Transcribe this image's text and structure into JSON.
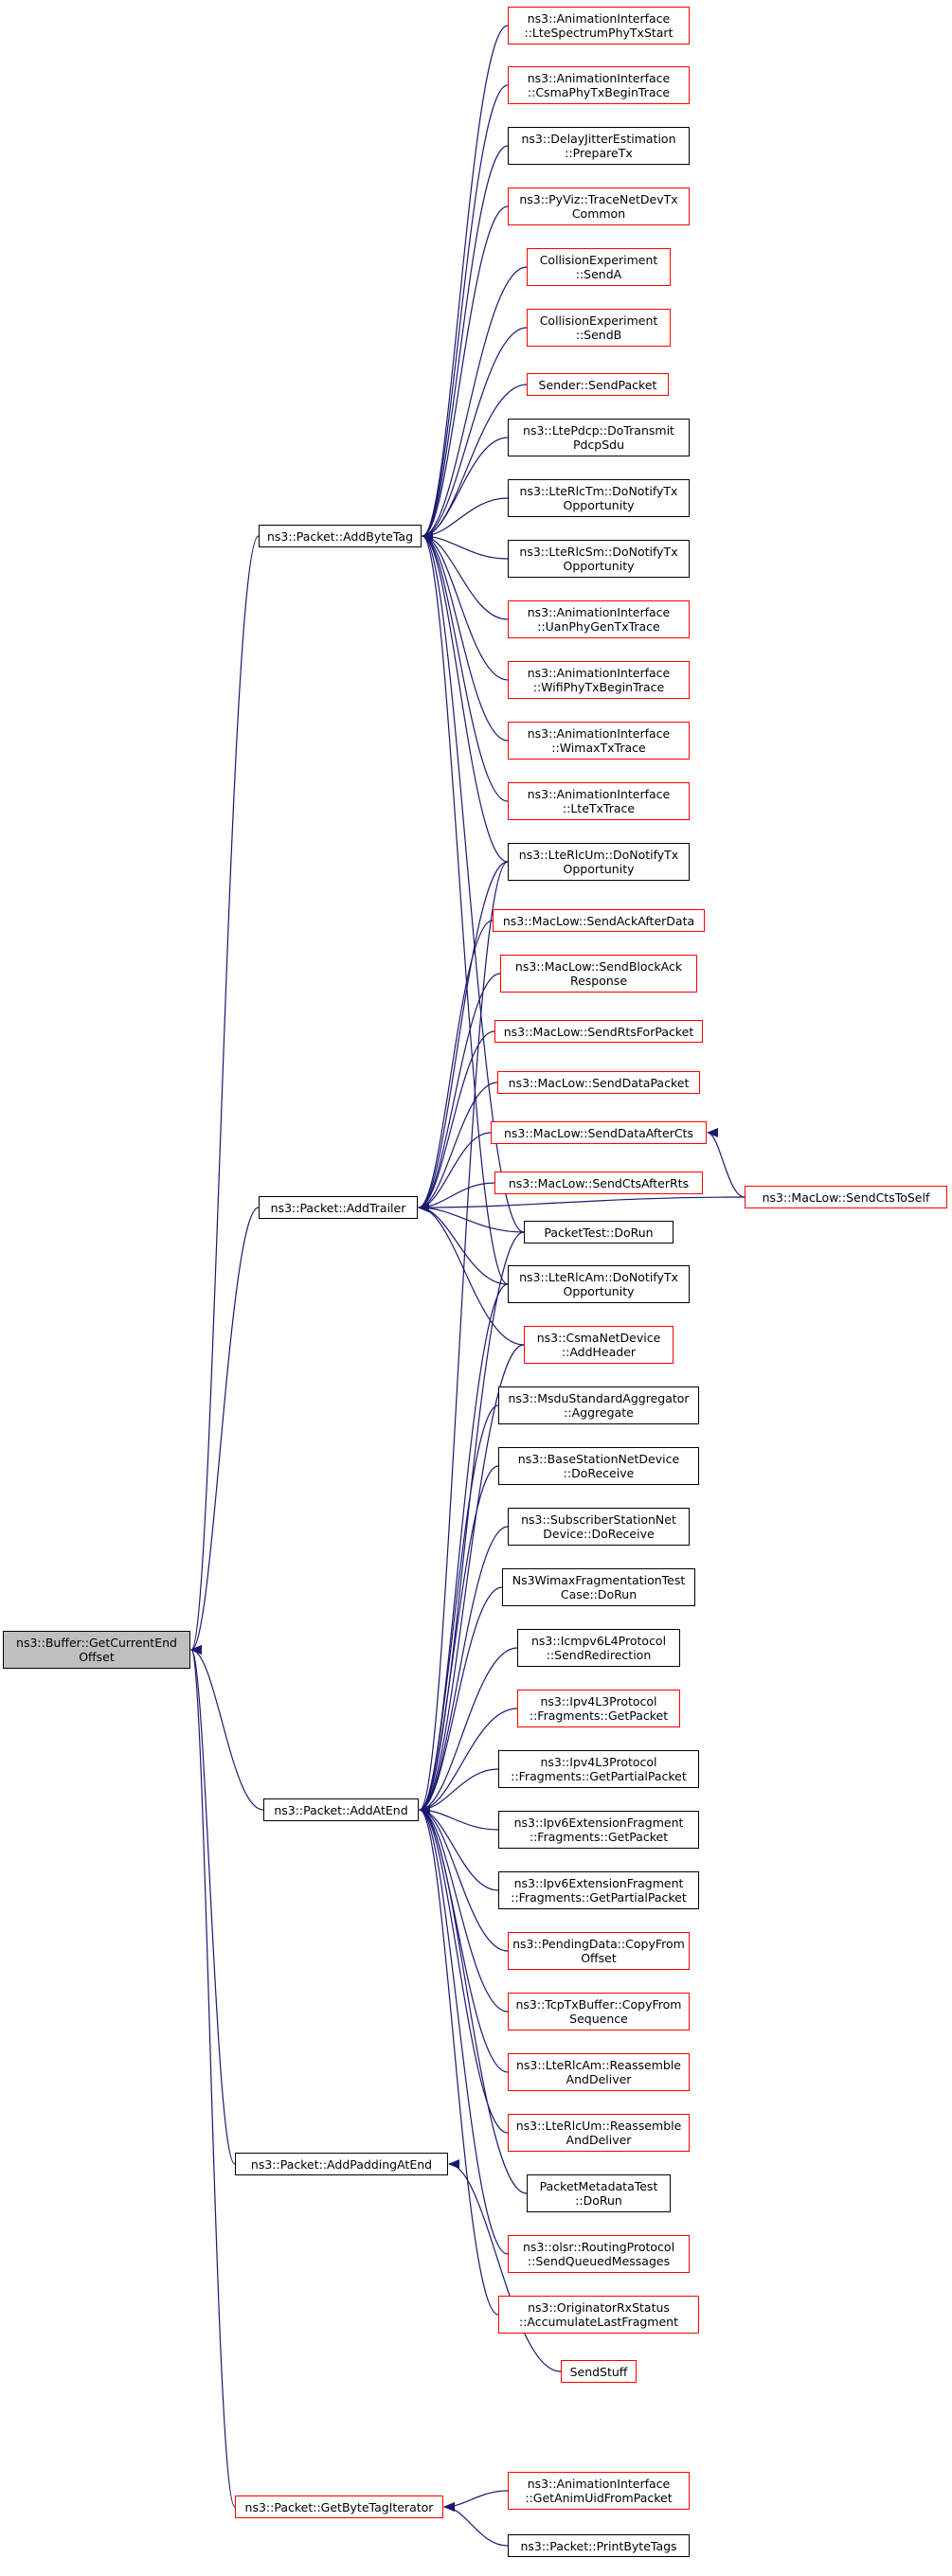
{
  "colors": {
    "edge": "#191970",
    "border_normal": "#000000",
    "border_incomplete": "#ff0000",
    "root_fill": "#bfbfbf"
  },
  "nodes": [
    {
      "id": "root",
      "label": "ns3::Buffer::GetCurrentEnd\nOffset",
      "style": "root"
    },
    {
      "id": "addbytetag",
      "label": "ns3::Packet::AddByteTag",
      "style": "black"
    },
    {
      "id": "addtrailer",
      "label": "ns3::Packet::AddTrailer",
      "style": "black"
    },
    {
      "id": "addatend",
      "label": "ns3::Packet::AddAtEnd",
      "style": "black"
    },
    {
      "id": "addpadding",
      "label": "ns3::Packet::AddPaddingAtEnd",
      "style": "black"
    },
    {
      "id": "getbytetagit",
      "label": "ns3::Packet::GetByteTagIterator",
      "style": "red"
    },
    {
      "id": "ltespectrum",
      "label": "ns3::AnimationInterface\n::LteSpectrumPhyTxStart",
      "style": "red"
    },
    {
      "id": "csmaphy",
      "label": "ns3::AnimationInterface\n::CsmaPhyTxBeginTrace",
      "style": "red"
    },
    {
      "id": "delayjitter",
      "label": "ns3::DelayJitterEstimation\n::PrepareTx",
      "style": "black"
    },
    {
      "id": "pyviz",
      "label": "ns3::PyViz::TraceNetDevTx\nCommon",
      "style": "red"
    },
    {
      "id": "collA",
      "label": "CollisionExperiment\n::SendA",
      "style": "red"
    },
    {
      "id": "collB",
      "label": "CollisionExperiment\n::SendB",
      "style": "red"
    },
    {
      "id": "sender",
      "label": "Sender::SendPacket",
      "style": "red"
    },
    {
      "id": "ltepdcp",
      "label": "ns3::LtePdcp::DoTransmit\nPdcpSdu",
      "style": "black"
    },
    {
      "id": "ltetm",
      "label": "ns3::LteRlcTm::DoNotifyTx\nOpportunity",
      "style": "black"
    },
    {
      "id": "ltesm",
      "label": "ns3::LteRlcSm::DoNotifyTx\nOpportunity",
      "style": "black"
    },
    {
      "id": "uanphy",
      "label": "ns3::AnimationInterface\n::UanPhyGenTxTrace",
      "style": "red"
    },
    {
      "id": "wifiphy",
      "label": "ns3::AnimationInterface\n::WifiPhyTxBeginTrace",
      "style": "red"
    },
    {
      "id": "wimaxtx",
      "label": "ns3::AnimationInterface\n::WimaxTxTrace",
      "style": "red"
    },
    {
      "id": "ltetx",
      "label": "ns3::AnimationInterface\n::LteTxTrace",
      "style": "red"
    },
    {
      "id": "lteum",
      "label": "ns3::LteRlcUm::DoNotifyTx\nOpportunity",
      "style": "black"
    },
    {
      "id": "sendackafter",
      "label": "ns3::MacLow::SendAckAfterData",
      "style": "red"
    },
    {
      "id": "sendblockack",
      "label": "ns3::MacLow::SendBlockAck\nResponse",
      "style": "red"
    },
    {
      "id": "sendrts",
      "label": "ns3::MacLow::SendRtsForPacket",
      "style": "red"
    },
    {
      "id": "senddata",
      "label": "ns3::MacLow::SendDataPacket",
      "style": "red"
    },
    {
      "id": "senddataaftercts",
      "label": "ns3::MacLow::SendDataAfterCts",
      "style": "red"
    },
    {
      "id": "sendctstoself",
      "label": "ns3::MacLow::SendCtsToSelf",
      "style": "red"
    },
    {
      "id": "sendctsafterrts",
      "label": "ns3::MacLow::SendCtsAfterRts",
      "style": "red"
    },
    {
      "id": "packettest",
      "label": "PacketTest::DoRun",
      "style": "black"
    },
    {
      "id": "lteam",
      "label": "ns3::LteRlcAm::DoNotifyTx\nOpportunity",
      "style": "black"
    },
    {
      "id": "csmanet",
      "label": "ns3::CsmaNetDevice\n::AddHeader",
      "style": "red"
    },
    {
      "id": "msdu",
      "label": "ns3::MsduStandardAggregator\n::Aggregate",
      "style": "black"
    },
    {
      "id": "basestation",
      "label": "ns3::BaseStationNetDevice\n::DoReceive",
      "style": "black"
    },
    {
      "id": "subscriber",
      "label": "ns3::SubscriberStationNet\nDevice::DoReceive",
      "style": "black"
    },
    {
      "id": "wimaxfrag",
      "label": "Ns3WimaxFragmentationTest\nCase::DoRun",
      "style": "black"
    },
    {
      "id": "icmpv6",
      "label": "ns3::Icmpv6L4Protocol\n::SendRedirection",
      "style": "black"
    },
    {
      "id": "ipv4frag",
      "label": "ns3::Ipv4L3Protocol\n::Fragments::GetPacket",
      "style": "red"
    },
    {
      "id": "ipv4partial",
      "label": "ns3::Ipv4L3Protocol\n::Fragments::GetPartialPacket",
      "style": "black"
    },
    {
      "id": "ipv6frag",
      "label": "ns3::Ipv6ExtensionFragment\n::Fragments::GetPacket",
      "style": "black"
    },
    {
      "id": "ipv6partial",
      "label": "ns3::Ipv6ExtensionFragment\n::Fragments::GetPartialPacket",
      "style": "black"
    },
    {
      "id": "pendingdata",
      "label": "ns3::PendingData::CopyFrom\nOffset",
      "style": "red"
    },
    {
      "id": "tcptx",
      "label": "ns3::TcpTxBuffer::CopyFrom\nSequence",
      "style": "red"
    },
    {
      "id": "lteamreass",
      "label": "ns3::LteRlcAm::Reassemble\nAndDeliver",
      "style": "red"
    },
    {
      "id": "lteumreass",
      "label": "ns3::LteRlcUm::Reassemble\nAndDeliver",
      "style": "red"
    },
    {
      "id": "pktmeta",
      "label": "PacketMetadataTest\n::DoRun",
      "style": "black"
    },
    {
      "id": "olsr",
      "label": "ns3::olsr::RoutingProtocol\n::SendQueuedMessages",
      "style": "red"
    },
    {
      "id": "originator",
      "label": "ns3::OriginatorRxStatus\n::AccumulateLastFragment",
      "style": "red"
    },
    {
      "id": "sendstuff",
      "label": "SendStuff",
      "style": "red"
    },
    {
      "id": "getanimuid",
      "label": "ns3::AnimationInterface\n::GetAnimUidFromPacket",
      "style": "red"
    },
    {
      "id": "printbytetags",
      "label": "ns3::Packet::PrintByteTags",
      "style": "black"
    }
  ],
  "edges": [
    [
      "addbytetag",
      "root"
    ],
    [
      "addtrailer",
      "root"
    ],
    [
      "addatend",
      "root"
    ],
    [
      "addpadding",
      "root"
    ],
    [
      "getbytetagit",
      "root"
    ],
    [
      "ltespectrum",
      "addbytetag"
    ],
    [
      "csmaphy",
      "addbytetag"
    ],
    [
      "delayjitter",
      "addbytetag"
    ],
    [
      "pyviz",
      "addbytetag"
    ],
    [
      "collA",
      "addbytetag"
    ],
    [
      "collB",
      "addbytetag"
    ],
    [
      "sender",
      "addbytetag"
    ],
    [
      "ltepdcp",
      "addbytetag"
    ],
    [
      "ltetm",
      "addbytetag"
    ],
    [
      "ltesm",
      "addbytetag"
    ],
    [
      "uanphy",
      "addbytetag"
    ],
    [
      "wifiphy",
      "addbytetag"
    ],
    [
      "wimaxtx",
      "addbytetag"
    ],
    [
      "ltetx",
      "addbytetag"
    ],
    [
      "lteum",
      "addbytetag"
    ],
    [
      "packettest",
      "addbytetag"
    ],
    [
      "lteam",
      "addbytetag"
    ],
    [
      "lteum",
      "addtrailer"
    ],
    [
      "sendackafter",
      "addtrailer"
    ],
    [
      "sendblockack",
      "addtrailer"
    ],
    [
      "sendrts",
      "addtrailer"
    ],
    [
      "senddata",
      "addtrailer"
    ],
    [
      "senddataaftercts",
      "addtrailer"
    ],
    [
      "sendctstoself",
      "addtrailer"
    ],
    [
      "sendctsafterrts",
      "addtrailer"
    ],
    [
      "packettest",
      "addtrailer"
    ],
    [
      "lteam",
      "addtrailer"
    ],
    [
      "csmanet",
      "addtrailer"
    ],
    [
      "sendctstoself",
      "senddataaftercts"
    ],
    [
      "lteum",
      "addatend"
    ],
    [
      "packettest",
      "addatend"
    ],
    [
      "lteam",
      "addatend"
    ],
    [
      "csmanet",
      "addatend"
    ],
    [
      "msdu",
      "addatend"
    ],
    [
      "basestation",
      "addatend"
    ],
    [
      "subscriber",
      "addatend"
    ],
    [
      "wimaxfrag",
      "addatend"
    ],
    [
      "icmpv6",
      "addatend"
    ],
    [
      "ipv4frag",
      "addatend"
    ],
    [
      "ipv4partial",
      "addatend"
    ],
    [
      "ipv6frag",
      "addatend"
    ],
    [
      "ipv6partial",
      "addatend"
    ],
    [
      "pendingdata",
      "addatend"
    ],
    [
      "tcptx",
      "addatend"
    ],
    [
      "lteamreass",
      "addatend"
    ],
    [
      "lteumreass",
      "addatend"
    ],
    [
      "pktmeta",
      "addatend"
    ],
    [
      "olsr",
      "addatend"
    ],
    [
      "originator",
      "addatend"
    ],
    [
      "sendstuff",
      "addpadding"
    ],
    [
      "getanimuid",
      "getbytetagit"
    ],
    [
      "printbytetags",
      "getbytetagit"
    ]
  ]
}
